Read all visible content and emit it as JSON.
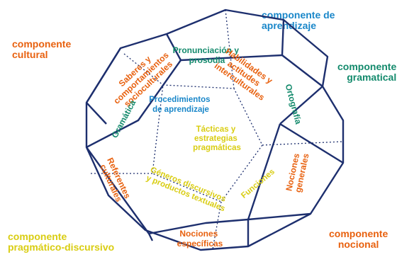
{
  "corners": {
    "cultural": [
      "componente",
      "cultural"
    ],
    "aprendizaje": [
      "componente de",
      "aprendizaje"
    ],
    "gramatical": [
      "componente",
      "gramatical"
    ],
    "pragmatico": [
      "componente",
      "pragmático-discursivo"
    ],
    "nocional": [
      "componente",
      "nocional"
    ]
  },
  "faces": {
    "saberes": [
      "Saberes y",
      "comportamientos",
      "socioculturales"
    ],
    "pronunciacion": [
      "Pronunciación y",
      "prosodia"
    ],
    "habilidades": [
      "Habilidades y",
      "actitudes",
      "interculturales"
    ],
    "procedimientos": [
      "Procedimientos",
      "de aprendizaje"
    ],
    "gramatica": "Gramática",
    "ortografia": "Ortografía",
    "tacticas": [
      "Tácticas y",
      "estrategias",
      "pragmáticas"
    ],
    "referentes": [
      "Referentes",
      "culturales"
    ],
    "generos": [
      "Géneros discursivos",
      "y productos textuales"
    ],
    "funciones": "Funciones",
    "nociones_generales": [
      "Nociones",
      "generales"
    ],
    "nociones_especificas": [
      "Nociones",
      "específicas"
    ]
  },
  "colors": {
    "cultural": "#e8610f",
    "aprendizaje": "#1a87c9",
    "gramatical": "#138a6c",
    "pragmatico": "#d9cd12",
    "nocional": "#e8610f",
    "edges": "#1d2f6e"
  }
}
